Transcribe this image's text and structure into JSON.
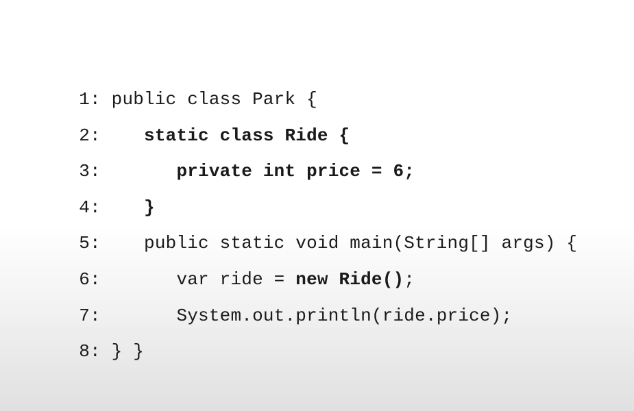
{
  "code": {
    "lines": [
      {
        "number": "1:",
        "indent": " ",
        "segments": [
          {
            "text": "public class Park {",
            "bold": false
          }
        ]
      },
      {
        "number": "2:",
        "indent": "    ",
        "segments": [
          {
            "text": "static class Ride {",
            "bold": true
          }
        ]
      },
      {
        "number": "3:",
        "indent": "       ",
        "segments": [
          {
            "text": "private int price = 6;",
            "bold": true
          }
        ]
      },
      {
        "number": "4:",
        "indent": "    ",
        "segments": [
          {
            "text": "}",
            "bold": true
          }
        ]
      },
      {
        "number": "5:",
        "indent": "    ",
        "segments": [
          {
            "text": "public static void main(String[] args) {",
            "bold": false
          }
        ]
      },
      {
        "number": "6:",
        "indent": "       ",
        "segments": [
          {
            "text": "var ride = ",
            "bold": false
          },
          {
            "text": "new Ride()",
            "bold": true
          },
          {
            "text": ";",
            "bold": false
          }
        ]
      },
      {
        "number": "7:",
        "indent": "       ",
        "segments": [
          {
            "text": "System.out.println(ride.price);",
            "bold": false
          }
        ]
      },
      {
        "number": "8:",
        "indent": " ",
        "segments": [
          {
            "text": "} }",
            "bold": false
          }
        ]
      }
    ]
  }
}
